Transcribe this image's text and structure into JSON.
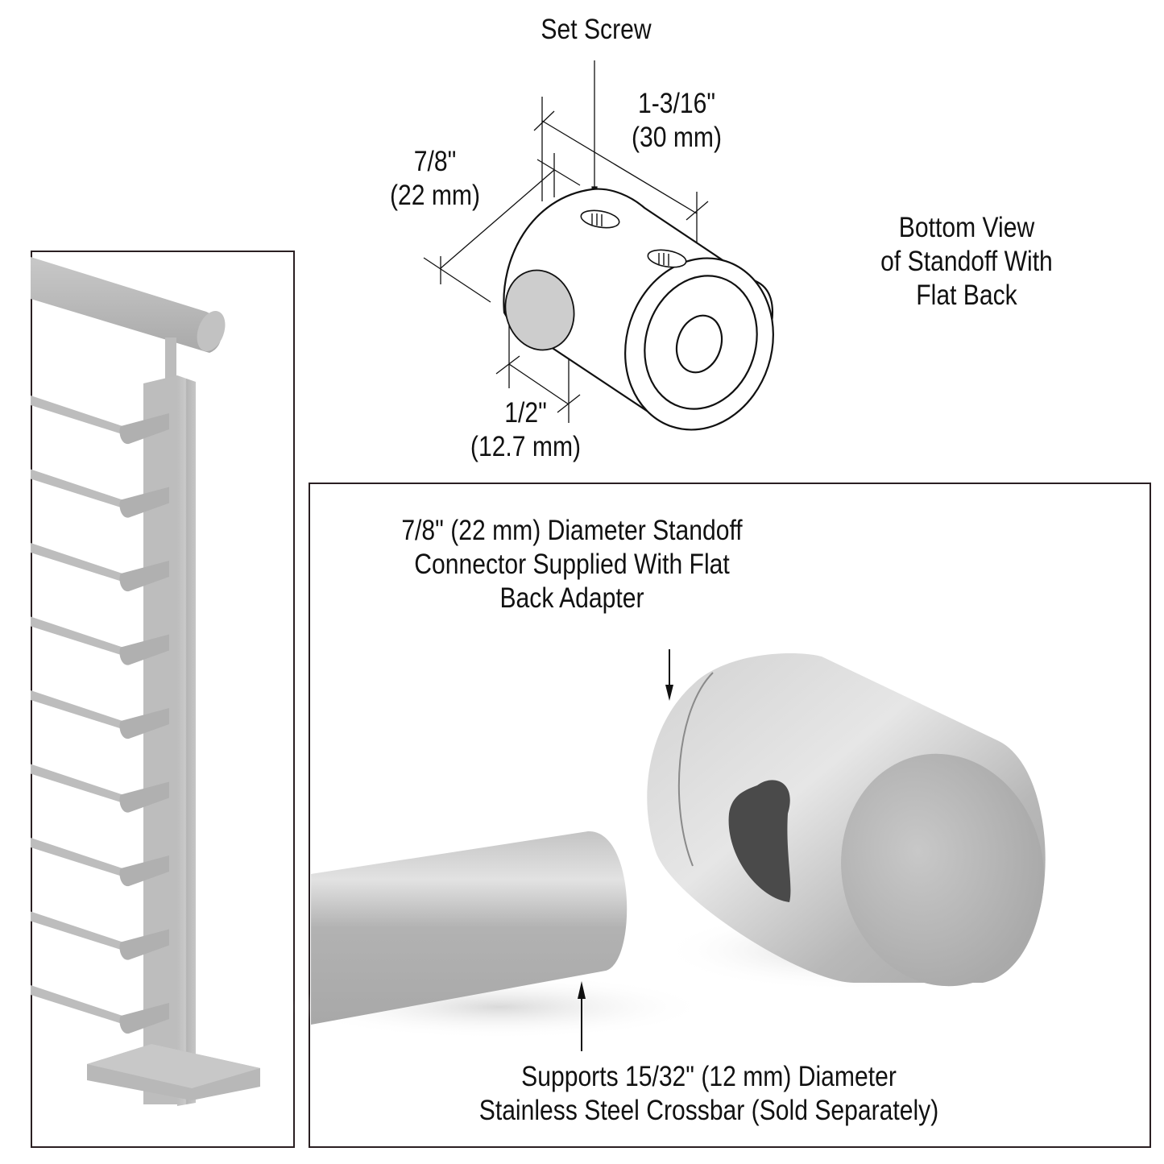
{
  "diagram": {
    "set_screw_label": "Set Screw",
    "length_dimension": {
      "imperial": "1-3/16\"",
      "metric": "(30 mm)"
    },
    "diameter_dimension": {
      "imperial": "7/8\"",
      "metric": "(22 mm)"
    },
    "hole_dimension": {
      "imperial": "1/2\"",
      "metric": "(12.7 mm)"
    },
    "bottom_view_caption": [
      "Bottom View",
      "of Standoff With",
      "Flat Back"
    ]
  },
  "photo_panel": {
    "standoff_caption": [
      "7/8\" (22 mm) Diameter Standoff",
      "Connector Supplied With Flat",
      "Back Adapter"
    ],
    "crossbar_caption": [
      "Supports 15/32\" (12 mm) Diameter",
      "Stainless Steel Crossbar (Sold Separately)"
    ]
  },
  "railing_panel": {
    "crossbar_count": 9
  },
  "colors": {
    "steel_light": "#cfcfcf",
    "steel_mid": "#b4b4b4",
    "steel_dark": "#8e8e8e",
    "line": "#111111",
    "frame": "#2a1f22",
    "hole_fill": "#cdcdcd"
  }
}
